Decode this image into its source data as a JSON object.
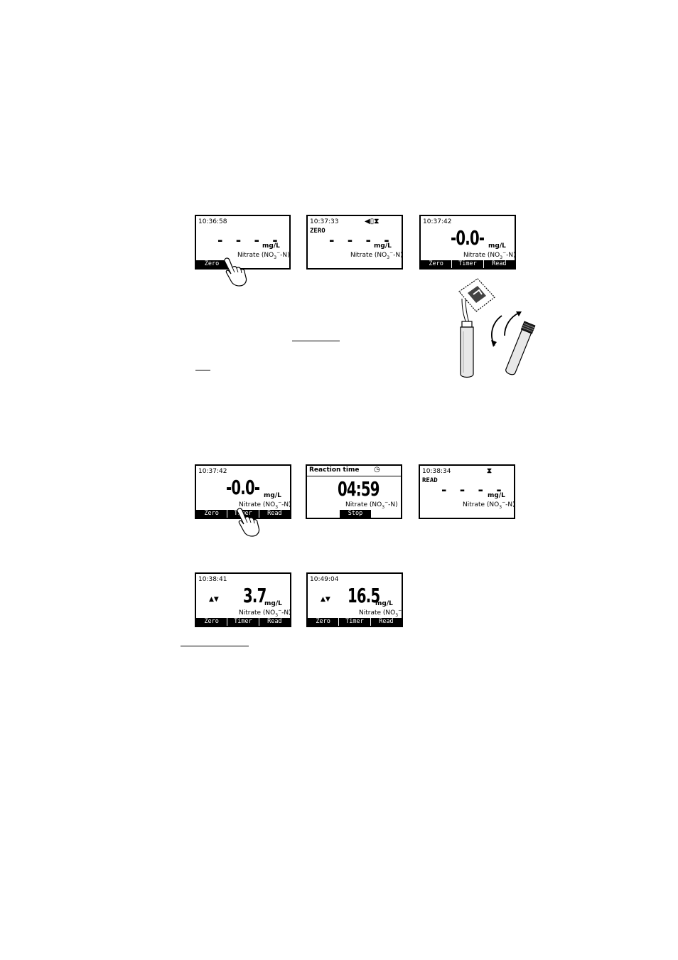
{
  "chem": {
    "sub": "3",
    "sup": "−"
  },
  "screens": {
    "s1": {
      "time": "10:36:58",
      "dashes": "- - - -",
      "unit": "mg/L",
      "param_pre": "Nitrate (NO",
      "param_post": "-N)",
      "keys": [
        "Zero"
      ]
    },
    "s2": {
      "time": "10:37:33",
      "icons": "◀▯⧗",
      "mode": "ZERO",
      "dashes": "- - - -",
      "unit": "mg/L",
      "param_pre": "Nitrate (NO",
      "param_post": "-N)"
    },
    "s3": {
      "time": "10:37:42",
      "value": "-0.0-",
      "unit": "mg/L",
      "param_pre": "Nitrate (NO",
      "param_post": "-N)",
      "keys": [
        "Zero",
        "Timer",
        "Read"
      ]
    },
    "s4": {
      "time": "10:37:42",
      "value": "-0.0-",
      "unit": "mg/L",
      "param_pre": "Nitrate (NO",
      "param_post": "-N)",
      "keys": [
        "Zero",
        "Timer",
        "Read"
      ]
    },
    "s5": {
      "title": "Reaction time",
      "icon": "◷",
      "value": "04:59",
      "param_pre": "Nitrate (NO",
      "param_post": "-N)",
      "keys": [
        "Stop"
      ]
    },
    "s6": {
      "time": "10:38:34",
      "icon": "⧗",
      "mode": "READ",
      "dashes": "- - - -",
      "unit": "mg/L",
      "param_pre": "Nitrate (NO",
      "param_post": "-N)"
    },
    "s7": {
      "time": "10:38:41",
      "arrows": "▲▼",
      "value": "3.7",
      "unit": "mg/L",
      "param_pre": "Nitrate (NO",
      "param_post": "-N)",
      "keys": [
        "Zero",
        "Timer",
        "Read"
      ]
    },
    "s8": {
      "time": "10:49:04",
      "arrows": "▲▼",
      "value": "16.5",
      "unit": "mg/L",
      "param_pre": "Nitrate (NO",
      "param_post": ")",
      "keys": [
        "Zero",
        "Timer",
        "Read"
      ]
    }
  }
}
